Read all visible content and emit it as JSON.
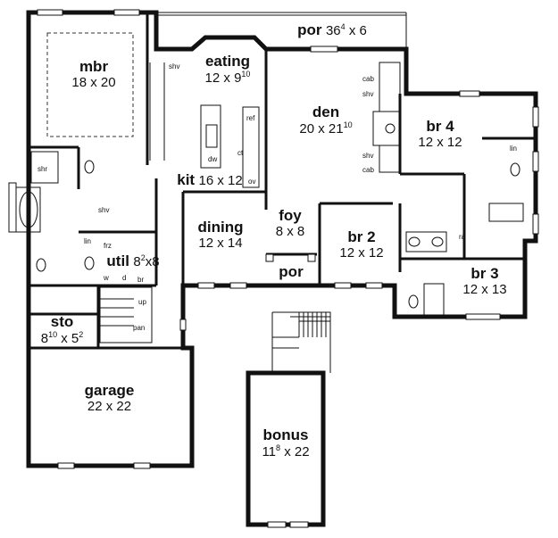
{
  "rooms": {
    "mbr": {
      "name": "mbr",
      "dim": "18 x 20"
    },
    "eating": {
      "name": "eating",
      "dim": "12 x 9",
      "dim_sup": "10"
    },
    "por_top": {
      "name": "por",
      "dim_a": "36",
      "dim_sup": "4",
      "dim_b": " x 6"
    },
    "den": {
      "name": "den",
      "dim": "20 x 21",
      "dim_sup": "10"
    },
    "br4": {
      "name": "br 4",
      "dim": "12 x 12"
    },
    "kit": {
      "name": "kit",
      "dim": "16 x 12"
    },
    "dining": {
      "name": "dining",
      "dim": "12 x 14"
    },
    "foy": {
      "name": "foy",
      "dim": "8 x 8"
    },
    "por_front": {
      "name": "por"
    },
    "br2": {
      "name": "br 2",
      "dim": "12 x 12"
    },
    "br3": {
      "name": "br 3",
      "dim": "12 x 13"
    },
    "util": {
      "name": "util",
      "dim_a": "8",
      "dim_sup": "2",
      "dim_b": "x8"
    },
    "sto": {
      "name": "sto",
      "dim_a": "8",
      "dim_sup": "10",
      "dim_b": " x 5",
      "dim_sup2": "2"
    },
    "garage": {
      "name": "garage",
      "dim": "22 x 22"
    },
    "bonus": {
      "name": "bonus",
      "dim_a": "11",
      "dim_sup": "8",
      "dim_b": " x 22"
    }
  },
  "fixtures": {
    "shv_eating": "shv",
    "cab_top": "cab",
    "shv_den_top": "shv",
    "shv_den_bot": "shv",
    "cab_bot": "cab",
    "ref": "ref",
    "ct": "ct",
    "ov": "ov",
    "dw": "dw",
    "shr": "shr",
    "shv_bath": "shv",
    "lin_util": "lin",
    "frz": "frz",
    "w": "w",
    "d": "d",
    "br_util": "br",
    "up": "up",
    "pan": "pan",
    "lin_br4": "lin",
    "ra": "ra"
  }
}
